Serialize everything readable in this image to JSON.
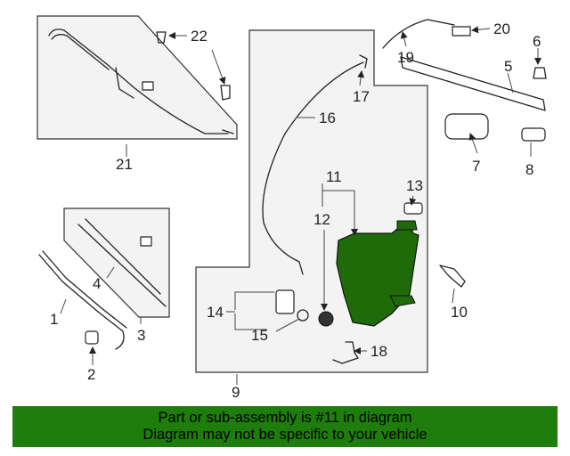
{
  "callouts": {
    "c1": "1",
    "c2": "2",
    "c3": "3",
    "c4": "4",
    "c5": "5",
    "c6": "6",
    "c7": "7",
    "c8": "8",
    "c9": "9",
    "c10": "10",
    "c11": "11",
    "c12": "12",
    "c13": "13",
    "c14": "14",
    "c15": "15",
    "c16": "16",
    "c17": "17",
    "c18": "18",
    "c19": "19",
    "c20": "20",
    "c21": "21",
    "c22": "22"
  },
  "highlight_part": "11",
  "colors": {
    "banner_bg": "#1e7d0c",
    "highlight_fill": "#1f6b0a",
    "panel_bg": "#f3f3f3"
  },
  "banner": {
    "line1": "Part or sub-assembly is #11 in diagram",
    "line2": "Diagram may not be specific to your vehicle"
  }
}
